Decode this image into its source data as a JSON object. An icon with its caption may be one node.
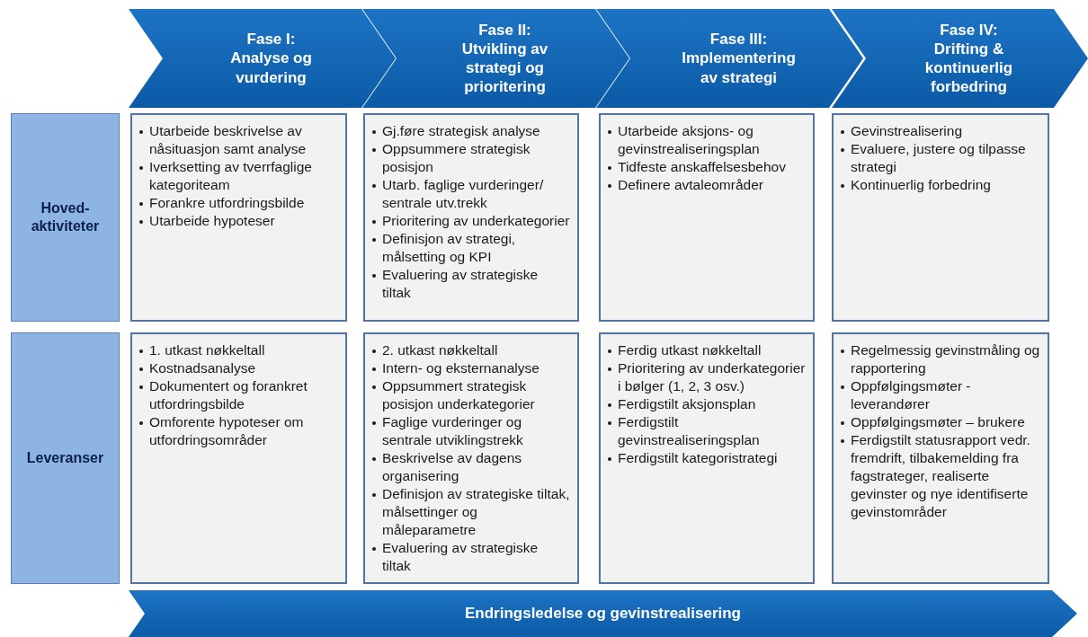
{
  "diagram": {
    "nodes": [
      {
        "text": [
          "Fase I:",
          "Analyse og vurdering"
        ]
      },
      {
        "text": [
          "Fase II:",
          "Utvikling av strategi og prioritering"
        ]
      },
      {
        "text": [
          "Fase III:",
          "Implementering av strategi"
        ]
      },
      {
        "text": [
          "Fase IV:",
          "Drifting & kontinuerlig forbedring"
        ]
      },
      {
        "text": [
          "Hoved-aktiviteter"
        ]
      },
      {
        "text": [
          "Utarbeide beskrivelse av nåsituasjon samt analyse",
          "Iverksetting av tverrfaglige kategoriteam",
          "Forankre utfordringsbilde",
          "Utarbeide hypoteser"
        ]
      },
      {
        "text": [
          "Gj.føre strategisk analyse",
          "Oppsummere strategisk posisjon",
          "Utarb. faglige vurderinger/ sentrale utv.trekk",
          "Prioritering av underkategorier",
          "Definisjon av strategi, målsetting og KPI",
          "Evaluering av strategiske tiltak"
        ]
      },
      {
        "text": [
          "Utarbeide aksjons- og gevinstrealiseringsplan",
          "Tidfeste anskaffelsesbehov",
          "Definere avtaleområder"
        ]
      },
      {
        "text": [
          "Gevinstrealisering",
          "Evaluere, justere og tilpasse strategi",
          "Kontinuerlig forbedring"
        ]
      },
      {
        "text": [
          "Leveranser"
        ]
      },
      {
        "text": [
          "1. utkast nøkkeltall",
          "Kostnadsanalyse",
          "Dokumentert og forankret utfordringsbilde",
          "Omforente hypoteser om utfordringsområder"
        ]
      },
      {
        "text": [
          "2. utkast nøkkeltall",
          "Intern- og eksternanalyse",
          "Oppsummert strategisk posisjon underkategorier",
          "Faglige vurderinger og sentrale utviklingstrekk",
          "Beskrivelse av dagens organisering",
          "Definisjon av strategiske tiltak, målsettinger og måleparametre",
          "Evaluering av strategiske tiltak"
        ]
      },
      {
        "text": [
          "Ferdig utkast nøkkeltall",
          "Prioritering av underkategorier i bølger (1, 2, 3 osv.)",
          "Ferdigstilt aksjonsplan",
          "Ferdigstilt gevinstrealiseringsplan",
          "Ferdigstilt kategoristrategi"
        ]
      },
      {
        "text": [
          "Regelmessig gevinstmåling og rapportering",
          "Oppfølgingsmøter - leverandører",
          "Oppfølgingsmøter – brukere",
          "Ferdigstilt statusrapport vedr. fremdrift, tilbakemelding fra fagstrateger, realiserte gevinster og nye identifiserte gevinstområder"
        ]
      },
      {
        "text": [
          "Endringsledelse og gevinstrealisering"
        ]
      }
    ]
  }
}
